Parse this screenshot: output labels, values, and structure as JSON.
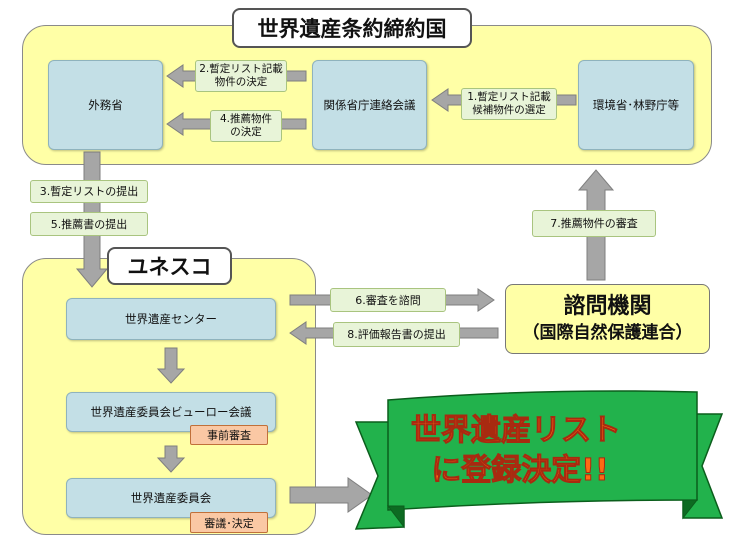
{
  "titles": {
    "states_parties": "世界遺産条約締約国",
    "unesco": "ユネスコ"
  },
  "boxes": {
    "mofa": "外務省",
    "liaison": "関係省庁連絡会議",
    "env": "環境省･林野庁等",
    "whc": "世界遺産センター",
    "bureau": "世界遺産委員会ビューロー会議",
    "committee": "世界遺産委員会",
    "advisory_line1": "諮問機関",
    "advisory_line2": "（国際自然保護連合）"
  },
  "steps": {
    "step1": [
      "1.暫定リスト記載",
      "候補物件の選定"
    ],
    "step2": [
      "2.暫定リスト記載",
      "物件の決定"
    ],
    "step3": "3.暫定リストの提出",
    "step4": [
      "4.推薦物件",
      "の決定"
    ],
    "step5": "5.推薦書の提出",
    "step6": "6.審査を諮問",
    "step7": "7.推薦物件の審査",
    "step8": "8.評価報告書の提出"
  },
  "tags": {
    "pre_review": "事前審査",
    "deliberation": "審議･決定"
  },
  "banner": {
    "line1": "世界遺産リスト",
    "line2": "に登録決定!!"
  },
  "colors": {
    "frame_yellow": "#ffffa6",
    "box_blue": "#c3dfe6",
    "label_green": "#e8f4d8",
    "tag_orange": "#fac8a4",
    "arrow_gray": "#a6a6a6",
    "banner_green": "#22b24c",
    "banner_text": "#ff6a13"
  }
}
